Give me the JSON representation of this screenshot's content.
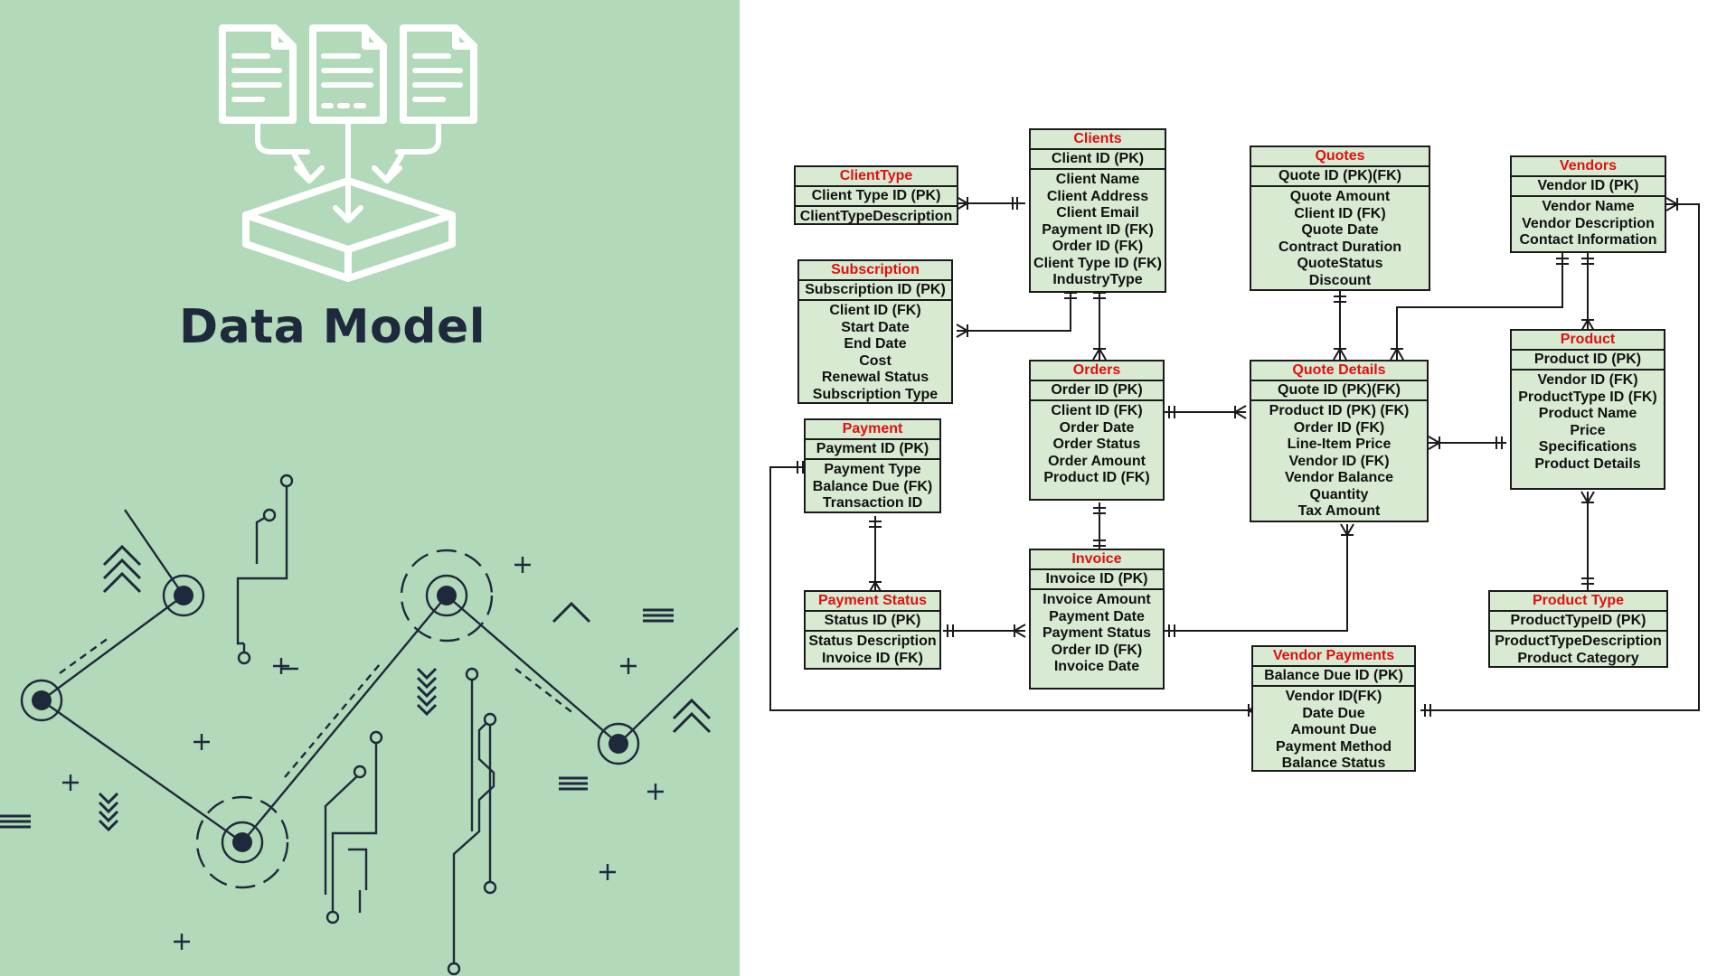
{
  "hero": {
    "title": "Data Model"
  },
  "entities": {
    "clienttype": {
      "title": "ClientType",
      "pk": "Client Type ID (PK)",
      "attrs": [
        "ClientTypeDescription"
      ]
    },
    "clients": {
      "title": "Clients",
      "pk": "Client ID (PK)",
      "attrs": [
        "Client Name",
        "Client Address",
        "Client Email",
        "Payment ID (FK)",
        "Order ID (FK)",
        "Client Type ID (FK)",
        "IndustryType"
      ]
    },
    "quotes": {
      "title": "Quotes",
      "pk": "Quote ID (PK)(FK)",
      "attrs": [
        "Quote Amount",
        "Client ID (FK)",
        "Quote Date",
        "Contract Duration",
        "QuoteStatus",
        "Discount"
      ]
    },
    "vendors": {
      "title": "Vendors",
      "pk": "Vendor ID (PK)",
      "attrs": [
        "Vendor Name",
        "Vendor Description",
        "Contact Information"
      ]
    },
    "subscription": {
      "title": "Subscription",
      "pk": "Subscription ID (PK)",
      "attrs": [
        "Client ID (FK)",
        "Start Date",
        "End Date",
        "Cost",
        "Renewal Status",
        "Subscription Type"
      ]
    },
    "orders": {
      "title": "Orders",
      "pk": "Order ID (PK)",
      "attrs": [
        "Client ID (FK)",
        "Order Date",
        "Order Status",
        "Order Amount",
        "Product ID (FK)"
      ]
    },
    "quotedetails": {
      "title": "Quote Details",
      "pk": "Quote ID (PK)(FK)",
      "attrs": [
        "Product ID (PK) (FK)",
        "Order ID (FK)",
        "Line-Item Price",
        "Vendor ID (FK)",
        "Vendor Balance",
        "Quantity",
        "Tax Amount"
      ]
    },
    "product": {
      "title": "Product",
      "pk": "Product ID (PK)",
      "attrs": [
        "Vendor ID (FK)",
        "ProductType ID (FK)",
        "Product Name",
        "Price",
        "Specifications",
        "Product Details"
      ]
    },
    "payment": {
      "title": "Payment",
      "pk": "Payment ID (PK)",
      "attrs": [
        "Payment Type",
        "Balance Due (FK)",
        "Transaction ID"
      ]
    },
    "paymentstatus": {
      "title": "Payment Status",
      "pk": "Status ID (PK)",
      "attrs": [
        "Status Description",
        "Invoice ID (FK)"
      ]
    },
    "invoice": {
      "title": "Invoice",
      "pk": "Invoice ID (PK)",
      "attrs": [
        "Invoice Amount",
        "Payment Date",
        "Payment Status",
        "Order ID (FK)",
        "Invoice Date"
      ]
    },
    "producttype": {
      "title": "Product Type",
      "pk": "ProductTypeID (PK)",
      "attrs": [
        "ProductTypeDescription",
        "Product Category"
      ]
    },
    "vendorpayments": {
      "title": "Vendor Payments",
      "pk": "Balance Due ID (PK)",
      "attrs": [
        "Vendor ID(FK)",
        "Date Due",
        "Amount Due",
        "Payment Method",
        "Balance Status"
      ]
    }
  },
  "colors": {
    "panel_bg": "#b3d9bb",
    "ink": "#1e2a3b",
    "entity_fill": "#d9ead3",
    "entity_title": "#e01010",
    "icon_stroke": "#ffffff"
  }
}
